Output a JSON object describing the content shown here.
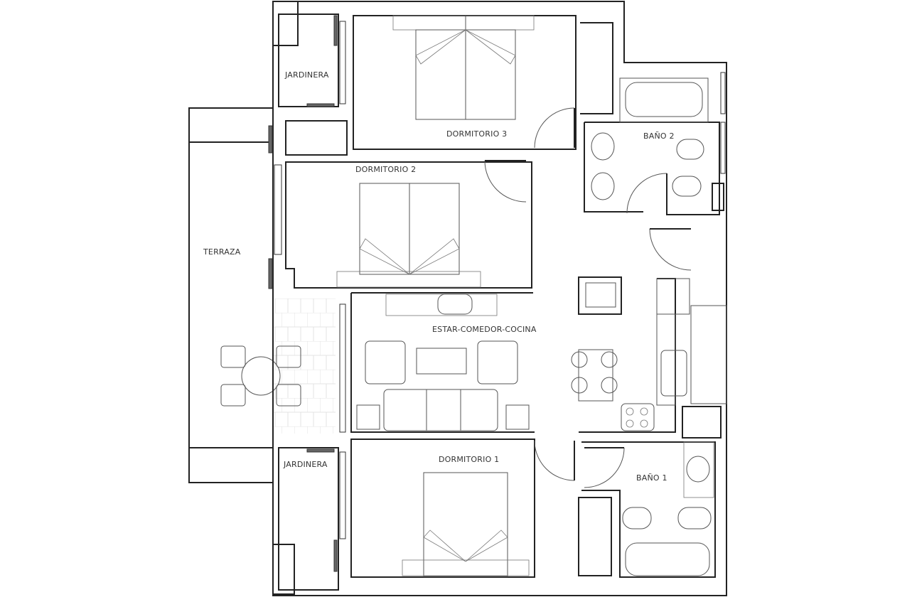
{
  "plan": {
    "rooms": [
      {
        "id": "dormitorio-3",
        "label": "DORMITORIO 3"
      },
      {
        "id": "dormitorio-2",
        "label": "DORMITORIO 2"
      },
      {
        "id": "dormitorio-1",
        "label": "DORMITORIO 1"
      },
      {
        "id": "bano-2",
        "label": "BAÑO 2"
      },
      {
        "id": "bano-1",
        "label": "BAÑO 1"
      },
      {
        "id": "estar-comedor-cocina",
        "label": "ESTAR-COMEDOR-COCINA"
      },
      {
        "id": "terraza",
        "label": "TERRAZA"
      },
      {
        "id": "jardinera-top",
        "label": "JARDINERA"
      },
      {
        "id": "jardinera-bottom",
        "label": "JARDINERA"
      }
    ],
    "colors": {
      "wall": "#222222",
      "fixture": "#555555",
      "planter_fill": "#f2f2f2",
      "tile_grid": "#dddddd",
      "background": "#ffffff"
    }
  }
}
